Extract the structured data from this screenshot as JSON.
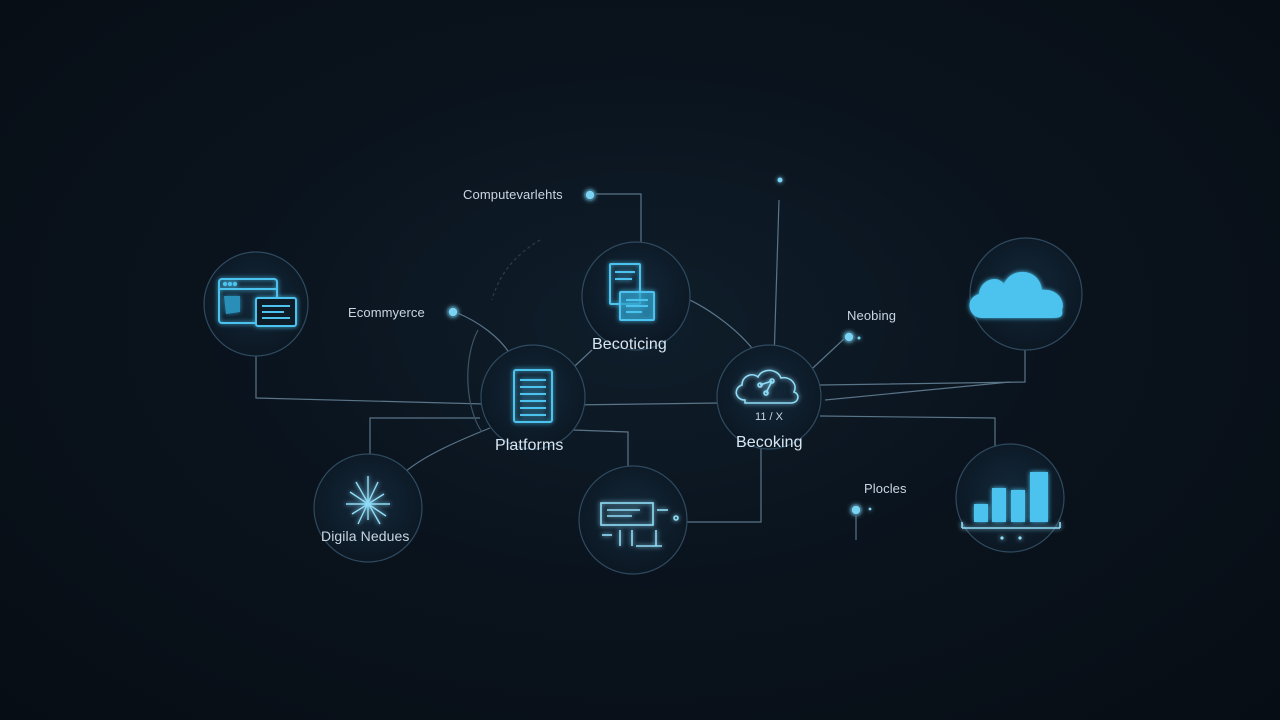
{
  "colors": {
    "background": "#0a131d",
    "line": "#5a7488",
    "accent": "#4cc3ee",
    "accent_light": "#8fdcf7",
    "dot": "#7ad3f2",
    "text": "#c9d6e2"
  },
  "nodes": [
    {
      "id": "browser",
      "icon": "browser-window-icon",
      "label": ""
    },
    {
      "id": "platforms",
      "icon": "server-rack-icon",
      "label": "Platforms"
    },
    {
      "id": "documents",
      "icon": "document-stack-icon",
      "label": "Becoticing"
    },
    {
      "id": "cloud-network",
      "icon": "cloud-network-icon",
      "label": "Becoking",
      "sublabel": "11 / X"
    },
    {
      "id": "cloud",
      "icon": "cloud-icon",
      "label": ""
    },
    {
      "id": "digital-nodes",
      "icon": "starburst-icon",
      "label": "Digila Nedues"
    },
    {
      "id": "terminal",
      "icon": "terminal-icon",
      "label": ""
    },
    {
      "id": "chart",
      "icon": "bar-chart-icon",
      "label": ""
    }
  ],
  "callouts": {
    "compute": "Computevarlehts",
    "ecommerce": "Ecommyerce",
    "neobing": "Neobing",
    "places": "Plocles"
  }
}
